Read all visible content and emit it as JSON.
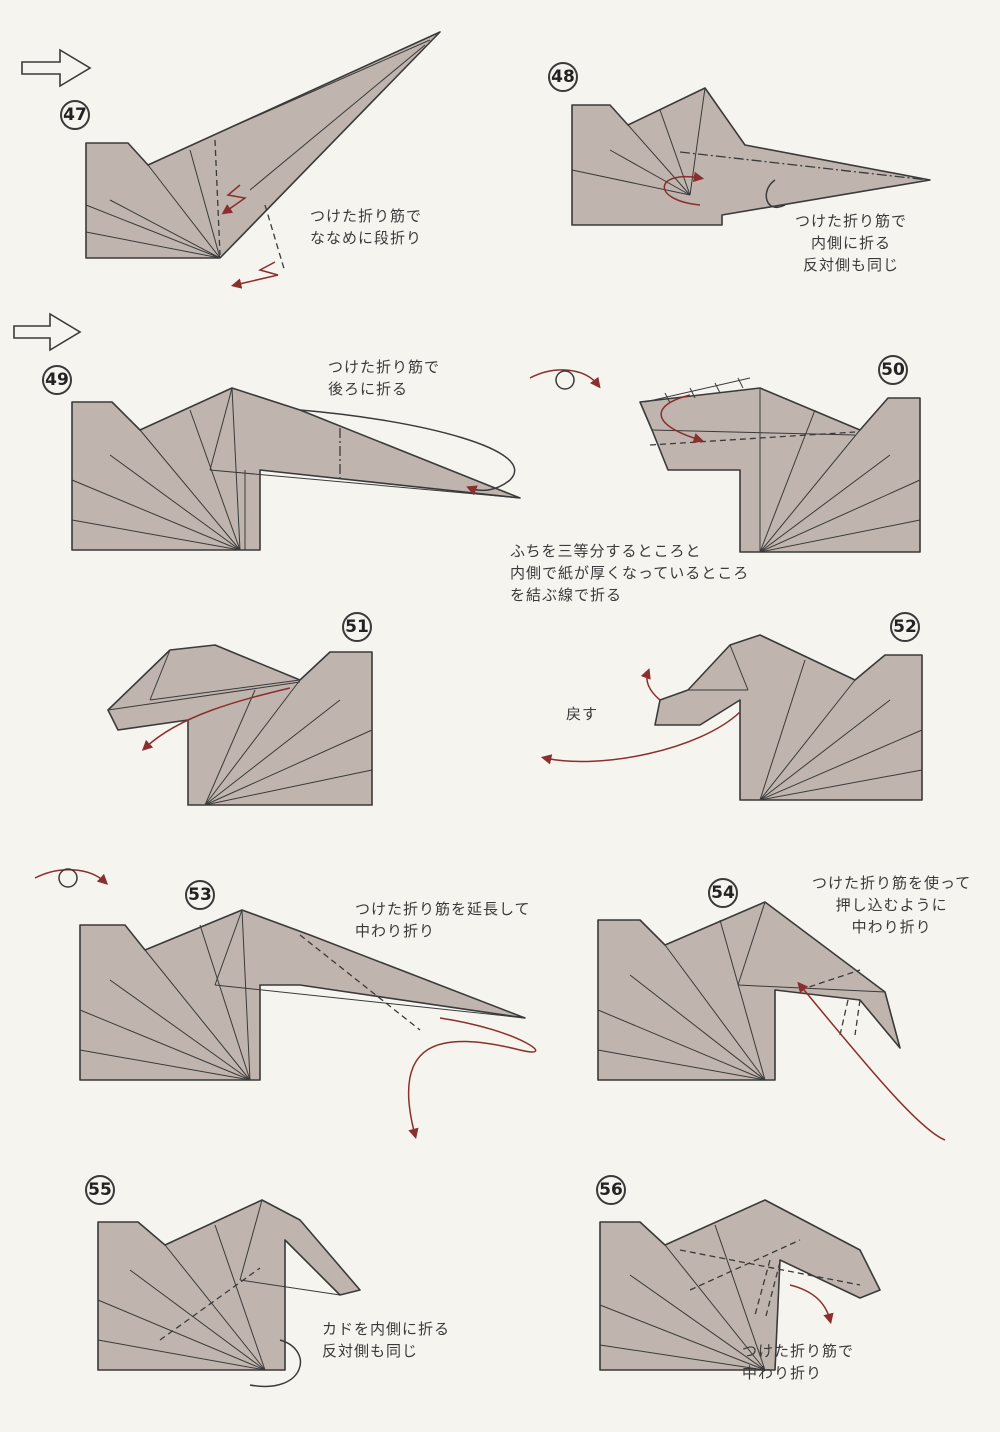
{
  "steps": [
    {
      "num": "47",
      "lines": [
        "つけた折り筋で",
        "ななめに段折り"
      ]
    },
    {
      "num": "48",
      "lines": [
        "つけた折り筋で",
        "内側に折る",
        "反対側も同じ"
      ]
    },
    {
      "num": "49",
      "lines": [
        "つけた折り筋で",
        "後ろに折る"
      ]
    },
    {
      "num": "50",
      "lines": [
        "ふちを三等分するところと",
        "内側で紙が厚くなっているところ",
        "を結ぶ線で折る"
      ]
    },
    {
      "num": "51",
      "lines": []
    },
    {
      "num": "52",
      "lines": [
        "戻す"
      ]
    },
    {
      "num": "53",
      "lines": [
        "つけた折り筋を延長して",
        "中わり折り"
      ]
    },
    {
      "num": "54",
      "lines": [
        "つけた折り筋を使って",
        "押し込むように",
        "中わり折り"
      ]
    },
    {
      "num": "55",
      "lines": [
        "カドを内側に折る",
        "反対側も同じ"
      ]
    },
    {
      "num": "56",
      "lines": [
        "つけた折り筋で",
        "中わり折り"
      ]
    }
  ],
  "colors": {
    "paper": "#bfb5ae",
    "line": "#3a3a3a",
    "arrow": "#8a2e2e",
    "background": "#f6f4ef"
  },
  "icons": [
    "next-view-arrow-icon",
    "turn-over-icon"
  ]
}
